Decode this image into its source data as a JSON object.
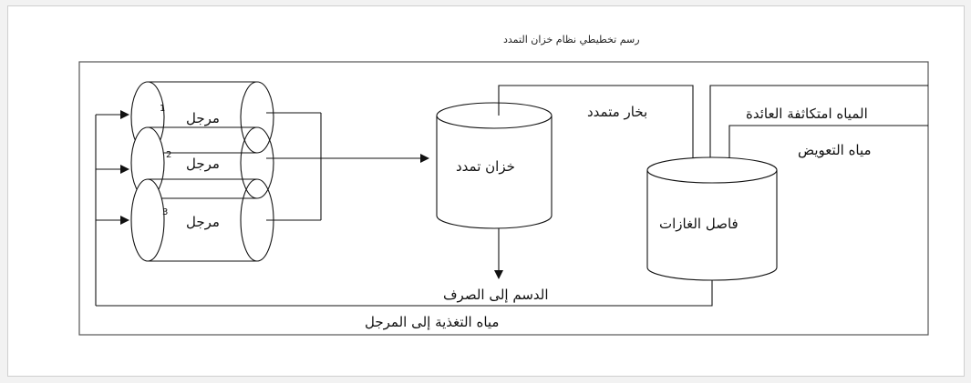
{
  "title": "رسم تخطيطي نظام خزان التمدد",
  "stages": [
    {
      "label": "مرجل",
      "number": "1"
    },
    {
      "label": "مرجل",
      "number": "2"
    },
    {
      "label": "مرجل",
      "number": "3"
    }
  ],
  "expansion_tank": "خزان تمدد",
  "gas_separator": "فاصل الغازات",
  "flash_steam": "بخار متمدد",
  "condensate_return": "المياه امتكاثفة العائدة",
  "makeup_water": "مياه التعويض",
  "blowdown_to_drain": "الدسم إلى الصرف",
  "feedwater_to_boiler": "مياه التغذية إلى المرجل",
  "colors": {
    "line": "#111111",
    "frame": "#555555",
    "background": "#ffffff"
  }
}
